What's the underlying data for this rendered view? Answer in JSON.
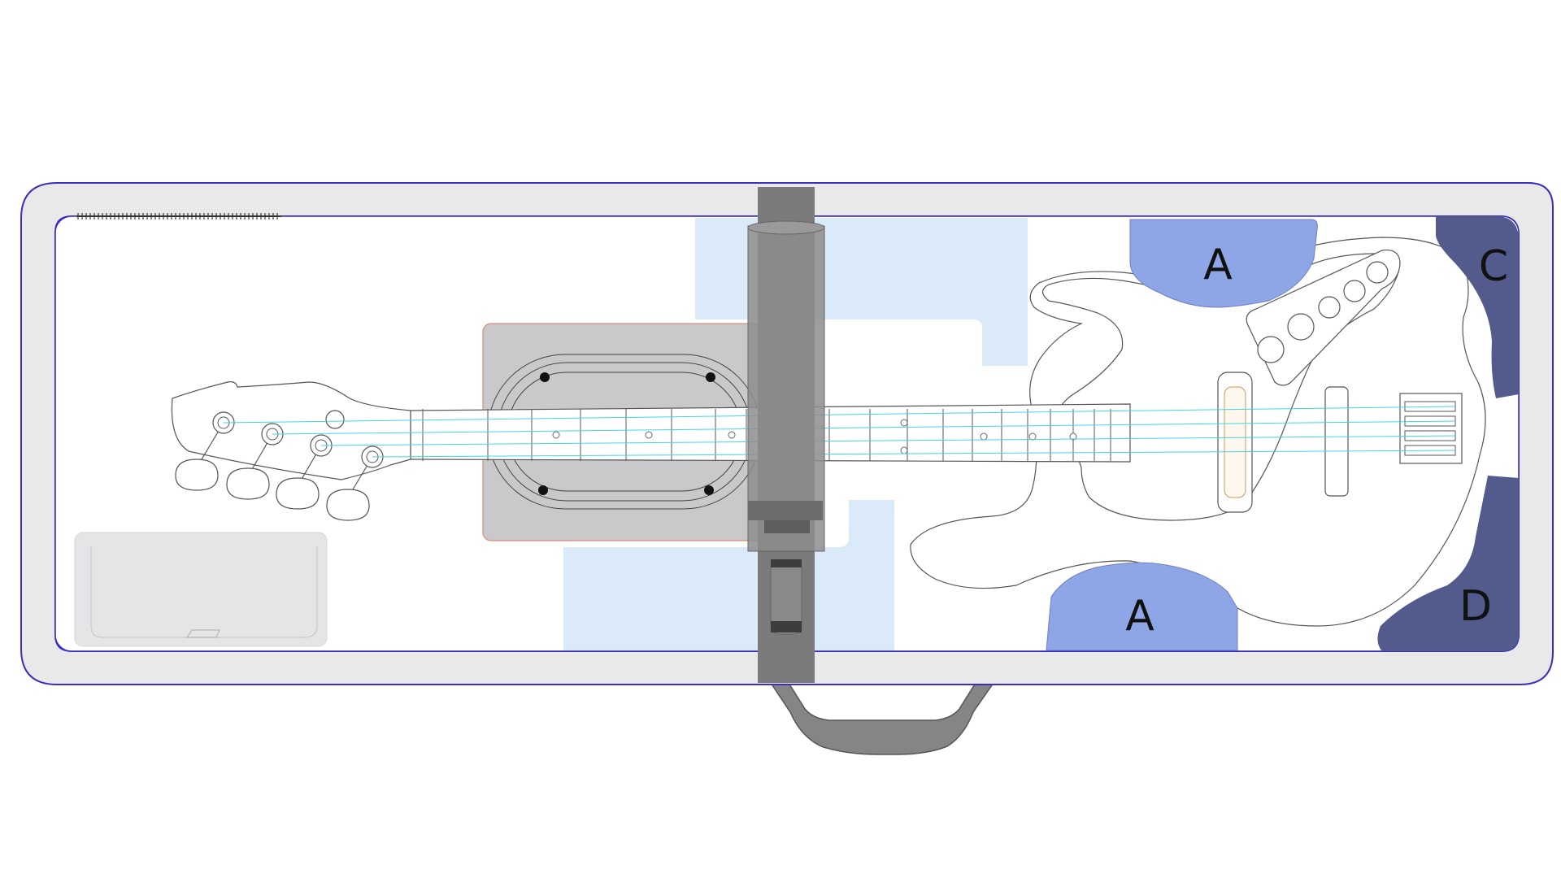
{
  "labels": {
    "pad_a_top": "A",
    "pad_a_bottom": "A",
    "pad_c": "C",
    "pad_d": "D"
  },
  "colors": {
    "case_outline": "#3a2fc0",
    "case_shell": "#e9e9e9",
    "pad_a": "#8fa6e6",
    "pad_cd": "#525b8b",
    "cradle": "#dbeaf9",
    "tube": "#7b7b7b",
    "neck_block": "#c9c9cc",
    "neck_block_edge": "#d98a7a",
    "accessory_pocket": "#e4e5e7",
    "strings": "#40d7e6",
    "handle": "#858585"
  },
  "icons": {
    "case": "bass-case-outline-icon",
    "bass": "bass-guitar-icon",
    "handle": "carry-handle-icon",
    "tube": "support-tube-icon"
  }
}
